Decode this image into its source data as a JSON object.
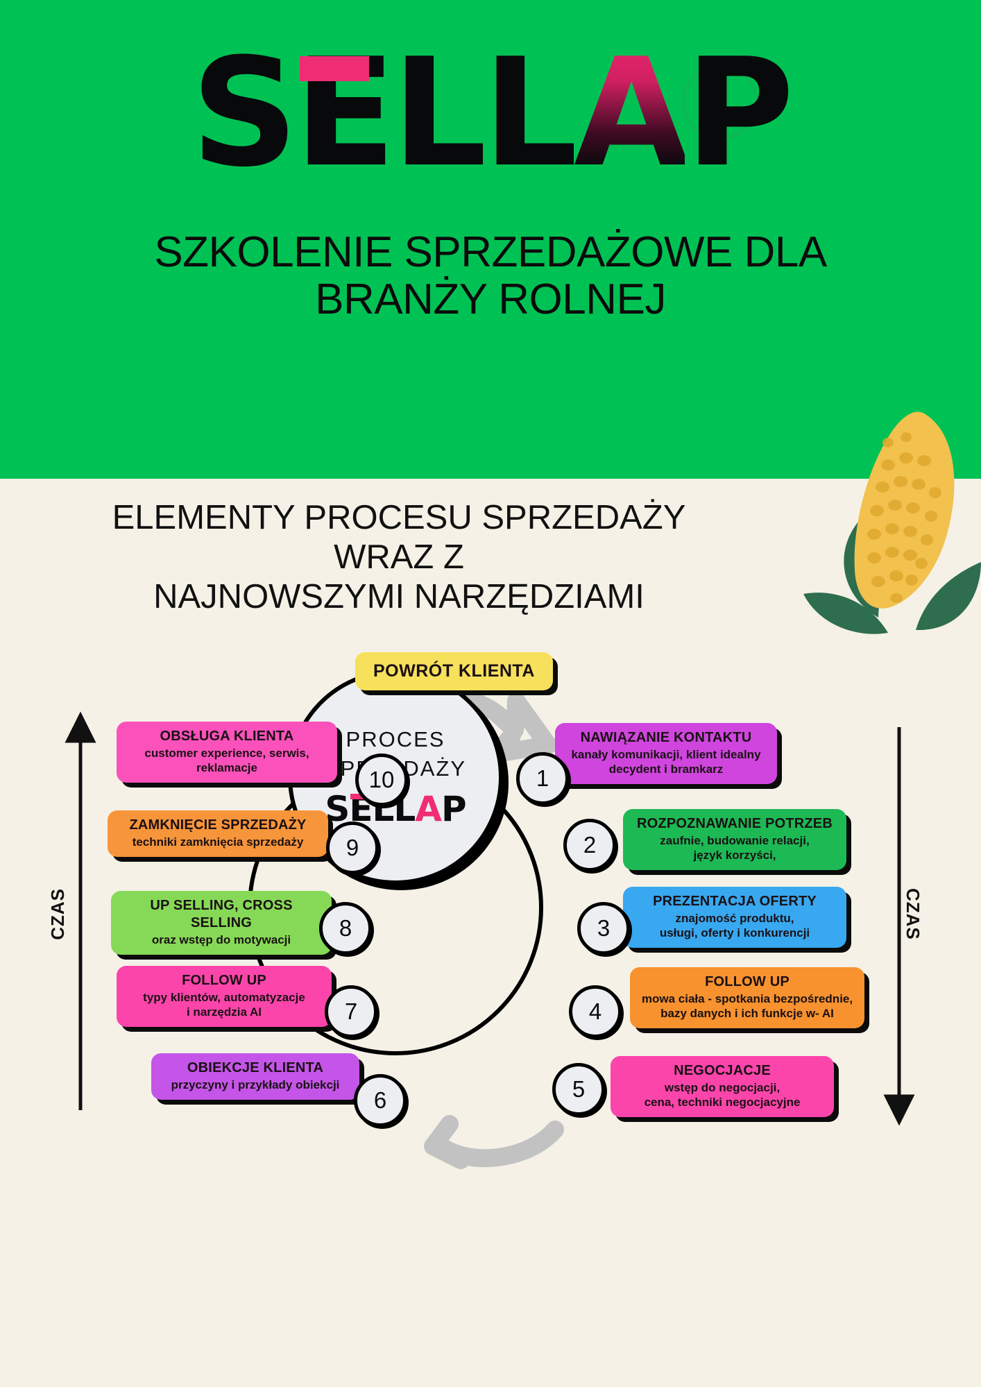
{
  "brand": {
    "logo_text": "SELLAP",
    "logo_letters": [
      "S",
      "E",
      "L",
      "L",
      "A",
      "P"
    ],
    "accent_pink": "#ef2d74",
    "header_green": "#00c254",
    "page_cream": "#f5f1e6"
  },
  "header": {
    "title_line1": "SZKOLENIE SPRZEDAŻOWE DLA",
    "title_line2": "BRANŻY ROLNEJ"
  },
  "section": {
    "title_line1": "ELEMENTY PROCESU SPRZEDAŻY",
    "title_line2": "WRAZ Z",
    "title_line3": "NAJNOWSZYMI NARZĘDZIAMI"
  },
  "diagram": {
    "hub_line1": "PROCES",
    "hub_line2": "SPRZEDAŻY",
    "hub_logo": "SELLAP",
    "top_pill": "POWRÓT KLIENTA",
    "axis_left": "CZAS",
    "axis_right": "CZAS",
    "steps": [
      {
        "number": "1",
        "title": "NAWIĄZANIE KONTAKTU",
        "subtitle": "kanały komunikacji,  klient idealny\ndecydent i bramkarz",
        "color": "#cf45dd",
        "side": "right"
      },
      {
        "number": "2",
        "title": "ROZPOZNAWANIE POTRZEB",
        "subtitle": "zaufnie, budowanie relacji,\njęzyk korzyści,",
        "color": "#1db954",
        "side": "right"
      },
      {
        "number": "3",
        "title": "PREZENTACJA OFERTY",
        "subtitle": "znajomość produktu,\nusługi, oferty i konkurencji",
        "color": "#38a8f0",
        "side": "right"
      },
      {
        "number": "4",
        "title": "FOLLOW UP",
        "subtitle": "mowa ciała - spotkania bezpośrednie,\nbazy danych i ich funkcje w- AI",
        "color": "#f7922e",
        "side": "right"
      },
      {
        "number": "5",
        "title": "NEGOCJACJE",
        "subtitle": "wstęp do negocjacji,\ncena, techniki negocjacyjne",
        "color": "#fb45ab",
        "side": "right"
      },
      {
        "number": "6",
        "title": "OBIEKCJE KLIENTA",
        "subtitle": "przyczyny i przykłady obiekcji",
        "color": "#c455e8",
        "side": "left"
      },
      {
        "number": "7",
        "title": "FOLLOW UP",
        "subtitle": "typy klientów, automatyzacje\ni narzędzia AI",
        "color": "#fb45ab",
        "side": "left"
      },
      {
        "number": "8",
        "title": "UP SELLING, CROSS SELLING",
        "subtitle": "oraz wstęp do motywacji",
        "color": "#86d957",
        "side": "left"
      },
      {
        "number": "9",
        "title": "ZAMKNIĘCIE SPRZEDAŻY",
        "subtitle": "techniki zamknięcia sprzedaży",
        "color": "#f7953a",
        "side": "left"
      },
      {
        "number": "10",
        "title": "OBSŁUGA KLIENTA",
        "subtitle": "customer experience, serwis,\nreklamacje",
        "color": "#fb51bb",
        "side": "left"
      }
    ]
  }
}
